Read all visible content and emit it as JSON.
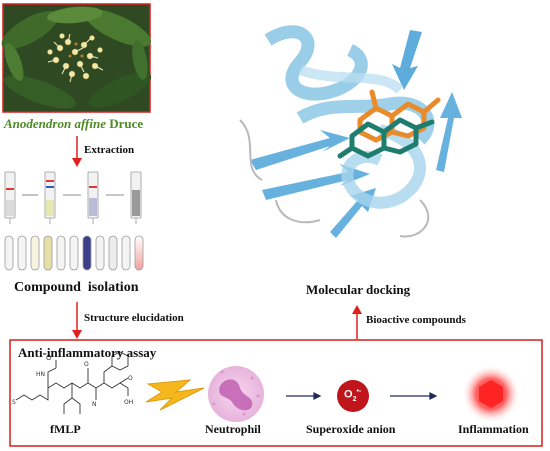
{
  "plant": {
    "species_italic": "Anodendron affine",
    "author": "Druce"
  },
  "steps": {
    "extraction": "Extraction",
    "compound_isolation": "Compound  isolation",
    "structure_elucidation": "Structure elucidation",
    "molecular_docking": "Molecular docking",
    "bioactive_compounds": "Bioactive compounds"
  },
  "assay": {
    "title": "Anti-inflammatory assay",
    "fmlp": "fMLP",
    "neutrophil": "Neutrophil",
    "superoxide": "Superoxide anion",
    "superoxide_symbol": "O",
    "superoxide_sub": "2",
    "superoxide_charge": "•-",
    "inflammation": "Inflammation"
  },
  "colors": {
    "frame_red": "#d61f1f",
    "plant_label_green": "#4e8a25",
    "arrow_red": "#e02020",
    "protein_blue": "#8ec8e6",
    "ligand_orange": "#e88b2a",
    "ligand_teal": "#1f7d6f",
    "lightning": "#f5b81c"
  },
  "icons": [
    "plant-photo",
    "test-tube-icon",
    "protein-ribbon-icon",
    "ligand-molecule-icon",
    "fmlp-structure-icon",
    "lightning-icon",
    "neutrophil-icon",
    "superoxide-icon",
    "inflammation-icon"
  ]
}
